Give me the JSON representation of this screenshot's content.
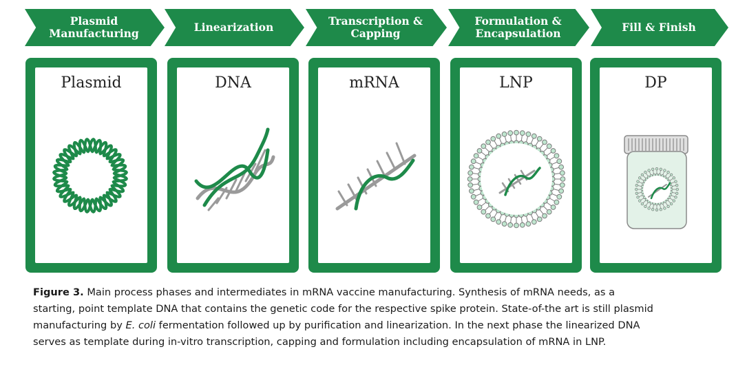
{
  "colors": {
    "green": "#1e8a4a",
    "light_green": "#8fd1ad",
    "grey": "#9a9a9a"
  },
  "phases": [
    {
      "label": "Plasmid\nManufacturing"
    },
    {
      "label": "Linearization"
    },
    {
      "label": "Transcription &\nCapping"
    },
    {
      "label": "Formulation &\nEncapsulation"
    },
    {
      "label": "Fill & Finish"
    }
  ],
  "intermediates": [
    {
      "title": "Plasmid"
    },
    {
      "title": "DNA"
    },
    {
      "title": "mRNA"
    },
    {
      "title": "LNP"
    },
    {
      "title": "DP"
    }
  ],
  "caption": {
    "label": "Figure 3.",
    "line1": " Main process phases and intermediates in mRNA vaccine manufacturing. Synthesis of mRNA needs, as a",
    "line2": "starting, point template DNA that contains the genetic code for the respective spike protein. State-of-the art is still plasmid",
    "line3_start": "manufacturing by ",
    "line3_italic": "E. coli",
    "line3_end": " fermentation followed up by purification and linearization. In the next phase the linearized DNA",
    "line4": "serves as template during in-vitro transcription, capping and formulation including encapsulation of mRNA in LNP."
  }
}
